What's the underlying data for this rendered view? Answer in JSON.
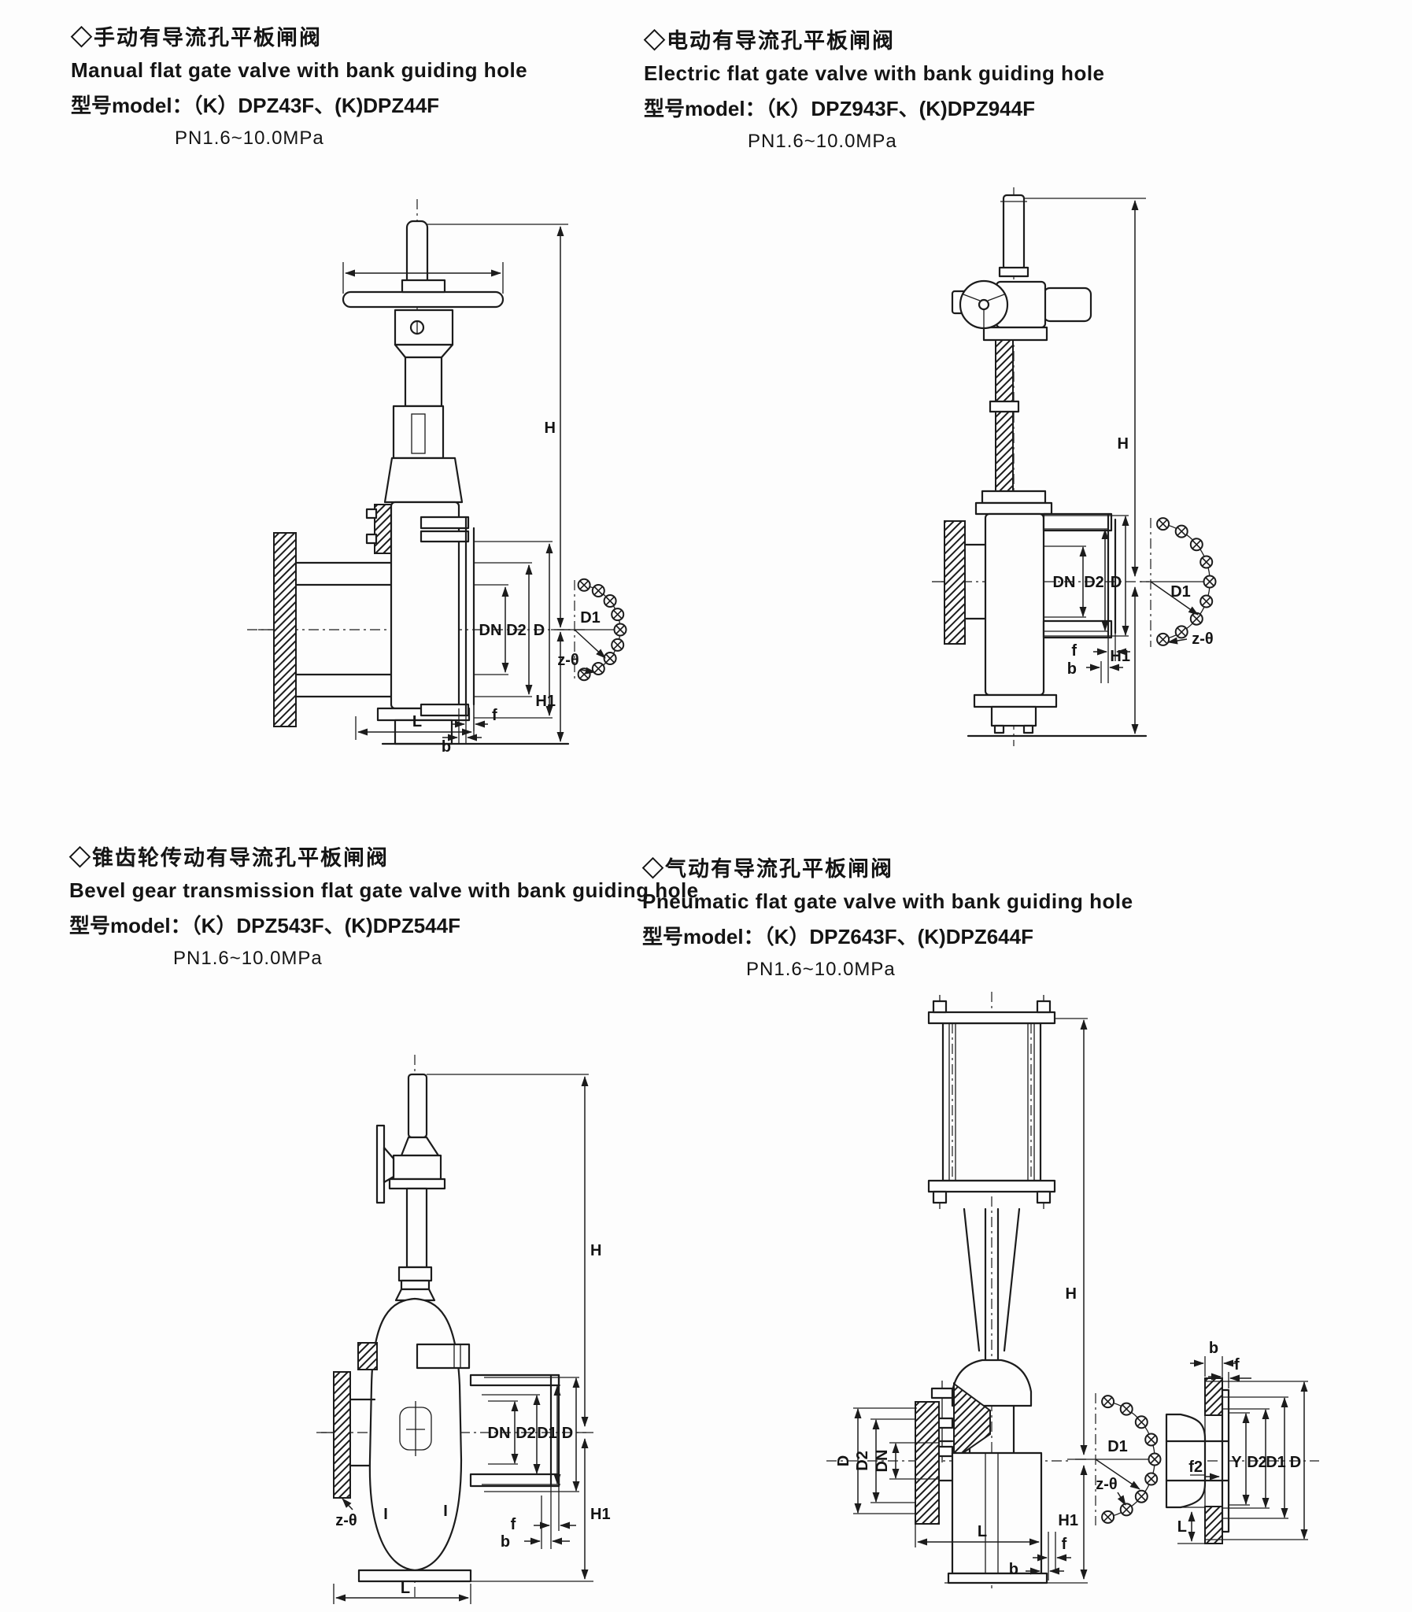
{
  "page": {
    "background": "#fdfdfd",
    "ink": "#1c1c1c"
  },
  "dims": {
    "h": "H",
    "h1": "H1",
    "dn": "DN",
    "d2": "D2",
    "d": "D",
    "d1": "D1",
    "z_theta": "z-θ",
    "l": "L",
    "b": "b",
    "f": "f",
    "y": "Y",
    "f2": "f2",
    "i": "I"
  },
  "sections": [
    {
      "cn_title": "◇手动有导流孔平板闸阀",
      "en_title": "Manual flat gate valve with bank guiding hole",
      "model_label": "型号model：",
      "models": "（K）DPZ43F、(K)DPZ44F",
      "pressure": "PN1.6~10.0MPa"
    },
    {
      "cn_title": "◇电动有导流孔平板闸阀",
      "en_title": "Electric flat gate valve with bank guiding hole",
      "model_label": "型号model：",
      "models": "（K）DPZ943F、(K)DPZ944F",
      "pressure": "PN1.6~10.0MPa"
    },
    {
      "cn_title": "◇锥齿轮传动有导流孔平板闸阀",
      "en_title": "Bevel gear transmission flat gate valve with bank guiding hole",
      "model_label": "型号model：",
      "models": "（K）DPZ543F、(K)DPZ544F",
      "pressure": "PN1.6~10.0MPa"
    },
    {
      "cn_title": "◇气动有导流孔平板闸阀",
      "en_title": "Pneumatic flat gate valve with bank guiding hole",
      "model_label": "型号model：",
      "models": "（K）DPZ643F、(K)DPZ644F",
      "pressure": "PN1.6~10.0MPa"
    }
  ]
}
